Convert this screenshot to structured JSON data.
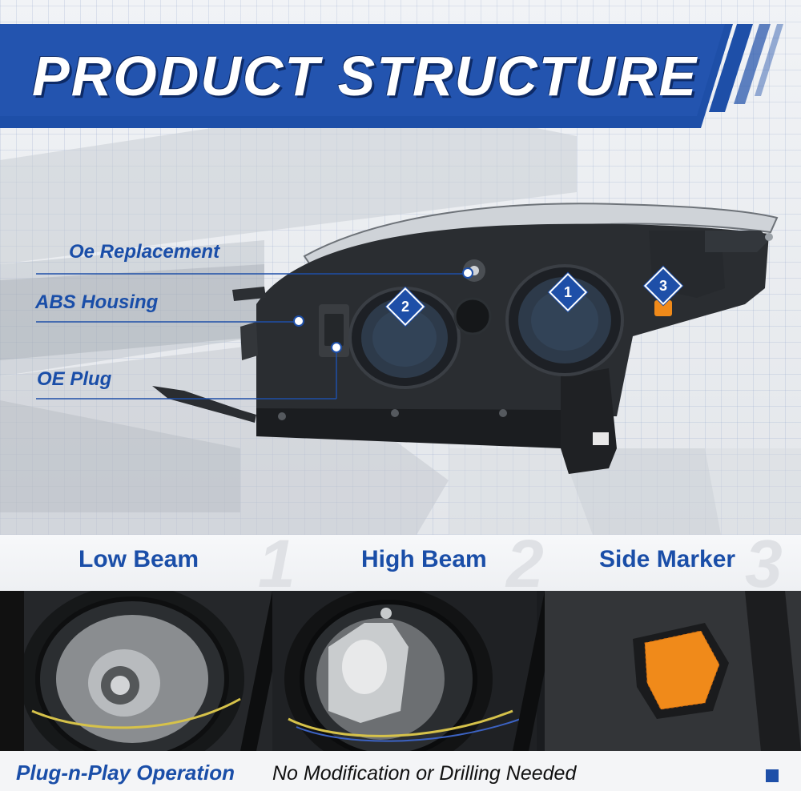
{
  "header": {
    "title": "PRODUCT STRUCTURE"
  },
  "callouts": {
    "oe_replacement": "Oe Replacement",
    "abs_housing": "ABS Housing",
    "oe_plug": "OE Plug"
  },
  "markers": [
    "1",
    "2",
    "3"
  ],
  "features": [
    {
      "label": "Low Beam",
      "number": "1"
    },
    {
      "label": "High Beam",
      "number": "2"
    },
    {
      "label": "Side Marker",
      "number": "3"
    }
  ],
  "footer": {
    "highlight": "Plug-n-Play Operation",
    "text": "No Modification or Drilling Needed"
  },
  "colors": {
    "brand_blue": "#1e4fa8",
    "dark_blue": "#0d2a66",
    "amber": "#f08a1a"
  }
}
